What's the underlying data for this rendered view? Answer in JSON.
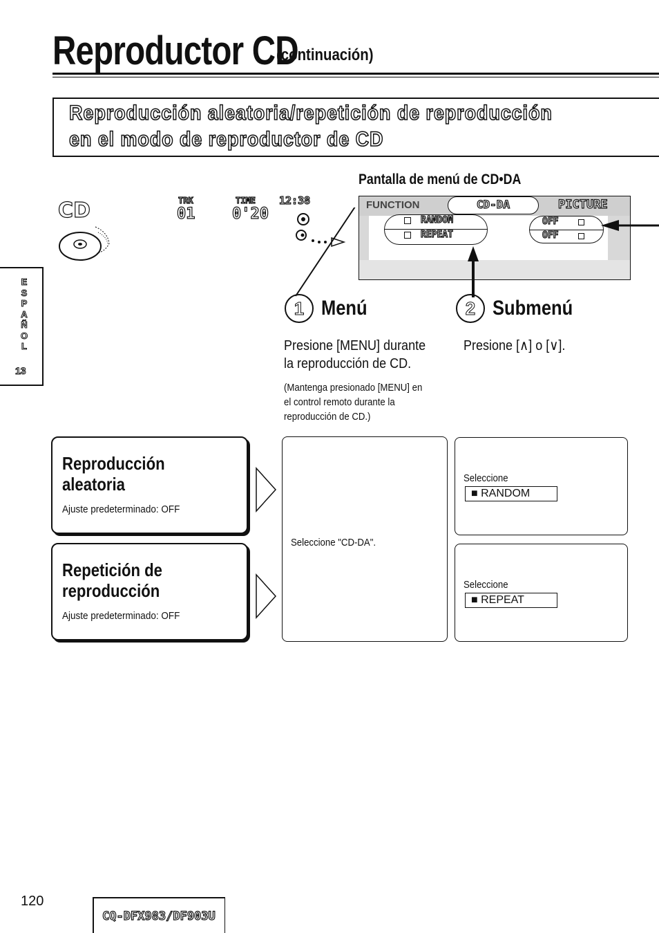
{
  "header": {
    "title": "Reproductor CD",
    "subtitle": "(continuación)"
  },
  "banner": {
    "line1": "Reproducción aleatoria/repetición de reproducción",
    "line2": "en el modo de reproductor de CD"
  },
  "side_tab": {
    "language": "ESPAÑOL",
    "number": "13"
  },
  "screen": {
    "caption": "Pantalla de menú de CD•DA",
    "display": {
      "cd_logo": "CD",
      "trk_label": "TRK",
      "trk_value": "01",
      "time_label": "TIME",
      "time_value": "0'20",
      "clock": "12:38"
    },
    "menu_panel": {
      "tab_function": "FUNCTION",
      "tab_cdda": "CD-DA",
      "tab_picture": "PICTURE",
      "option_random": "RANDOM",
      "option_repeat": "REPEAT",
      "off_1": "OFF",
      "off_2": "OFF"
    }
  },
  "steps": {
    "menu": {
      "number": "1",
      "heading": "Menú",
      "instruction_line1": "Presione [MENU] durante",
      "instruction_line2": "la reproducción de CD.",
      "note_line1": "(Mantenga presionado [MENU] en",
      "note_line2": "el control remoto durante la",
      "note_line3": "reproducción de CD.)"
    },
    "submenu": {
      "number": "2",
      "heading": "Submenú",
      "instruction": "Presione [∧] o [∨]."
    }
  },
  "features": [
    {
      "title_line1": "Reproducción",
      "title_line2": "aleatoria",
      "default": "Ajuste predeterminado: OFF"
    },
    {
      "title_line1": "Repetición de",
      "title_line2": "reproducción",
      "default": "Ajuste predeterminado: OFF"
    }
  ],
  "menu_step_box": {
    "text": "Seleccione \"CD-DA\"."
  },
  "submenu_boxes": [
    {
      "label": "Seleccione",
      "value": "■ RANDOM"
    },
    {
      "label": "Seleccione",
      "value": "■ REPEAT"
    }
  ],
  "footer": {
    "page_number": "120",
    "model": "CQ-DFX983/DF903U"
  }
}
